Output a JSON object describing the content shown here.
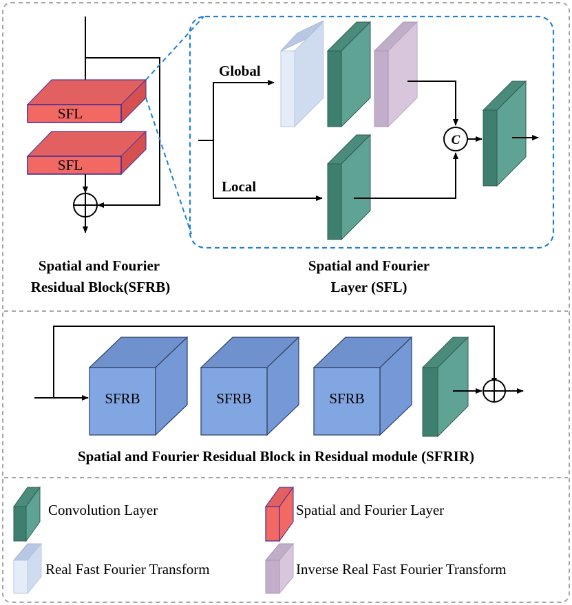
{
  "sfrb": {
    "block_label_top": "SFL",
    "block_label_bottom": "SFL",
    "caption_line1": "Spatial and Fourier",
    "caption_line2": "Residual Block(SFRB)"
  },
  "sfl": {
    "global_label": "Global",
    "local_label": "Local",
    "concat_symbol": "C",
    "caption_line1": "Spatial and Fourier",
    "caption_line2": "Layer (SFL)"
  },
  "sfrir": {
    "block_labels": [
      "SFRB",
      "SFRB",
      "SFRB"
    ],
    "caption": "Spatial and Fourier Residual Block in Residual module (SFRIR)"
  },
  "legend": {
    "conv": "Convolution Layer",
    "sfl": "Spatial and Fourier Layer",
    "rfft": "Real Fast Fourier Transform",
    "irfft": "Inverse Real Fast Fourier Transform"
  },
  "colors": {
    "conv_front": "#5fa394",
    "conv_side": "#3f7f6f",
    "rfft_front": "#cfdcf0",
    "rfft_side": "#e4ecf8",
    "irfft_front": "#d8c6dc",
    "irfft_side": "#c2aecb",
    "sfl_front": "#f26863",
    "sfl_top": "#e36060",
    "sfrb_front": "#82a6e2",
    "sfrb_top": "#6f92cf",
    "sfrb_side": "#7598d6",
    "dashed_border": "#a6a6a6",
    "zoom_border": "#1e7fd6"
  }
}
